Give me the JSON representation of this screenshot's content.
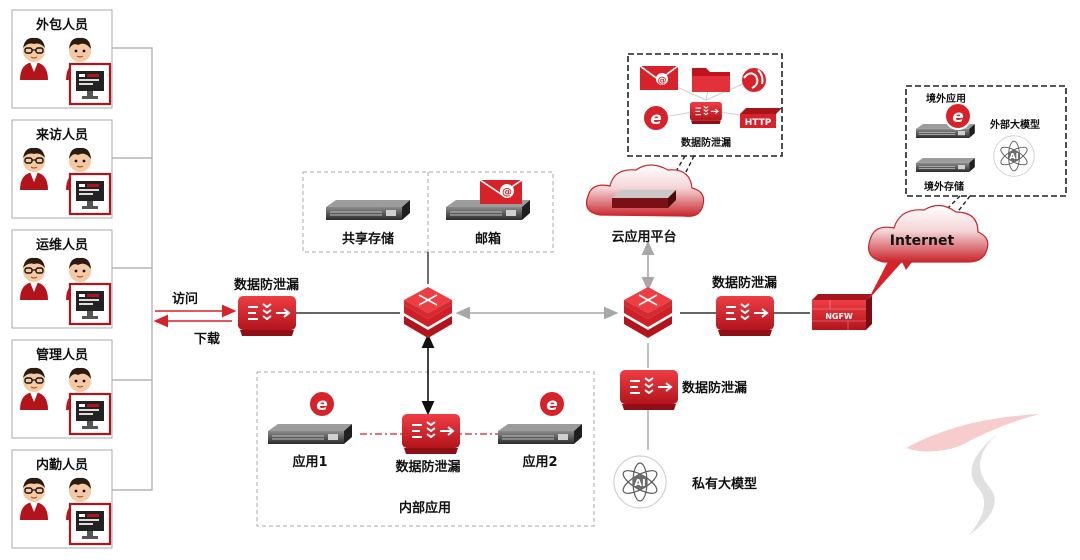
{
  "user_groups": [
    {
      "label": "外包人员"
    },
    {
      "label": "来访人员"
    },
    {
      "label": "运维人员"
    },
    {
      "label": "管理人员"
    },
    {
      "label": "内勤人员"
    }
  ],
  "flow": {
    "access": "访问",
    "download": "下载"
  },
  "dlp_label": "数据防泄漏",
  "shared_storage": "共享存储",
  "mailbox": "邮箱",
  "internal": {
    "app1": "应用1",
    "app2": "应用2",
    "title": "内部应用"
  },
  "cloud": {
    "platform": "云应用平台",
    "http": "HTTP"
  },
  "private_model": "私有大模型",
  "ngfw": "NGFW",
  "internet": "Internet",
  "external": {
    "app": "境外应用",
    "storage": "境外存储",
    "model": "外部大模型"
  },
  "ai_text": "AI",
  "colors": {
    "accent": "#d7222a",
    "dark_red": "#a8141b",
    "line": "#333333",
    "dash": "#9a9a9a"
  }
}
